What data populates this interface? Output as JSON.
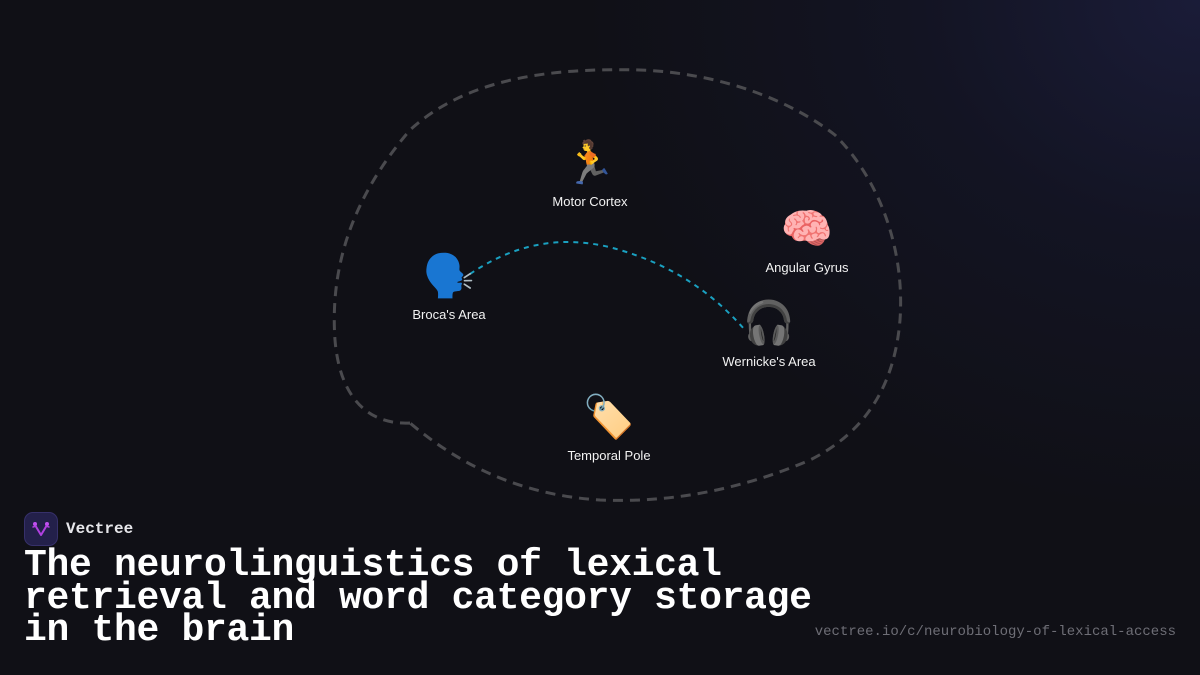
{
  "diagram": {
    "outline": {
      "stroke": "#4a4a4e",
      "style": "dashed"
    },
    "connection": {
      "from": "Broca's Area",
      "to": "Wernicke's Area",
      "stroke": "#1aa0c0",
      "style": "dotted"
    },
    "nodes": [
      {
        "id": "motor-cortex",
        "icon": "runner-icon",
        "emoji": "🏃",
        "label": "Motor Cortex"
      },
      {
        "id": "brocas-area",
        "icon": "speaking-head-icon",
        "emoji": "🗣️",
        "label": "Broca's Area"
      },
      {
        "id": "angular-gyrus",
        "icon": "brain-icon",
        "emoji": "🧠",
        "label": "Angular Gyrus"
      },
      {
        "id": "wernickes-area",
        "icon": "headphones-icon",
        "emoji": "🎧",
        "label": "Wernicke's Area"
      },
      {
        "id": "temporal-pole",
        "icon": "tag-icon",
        "emoji": "🏷️",
        "label": "Temporal Pole"
      }
    ]
  },
  "brand": {
    "name": "Vectree",
    "logo_icon": "vectree-logo-icon",
    "logo_color": "#b040e0"
  },
  "title": "The neurolinguistics of lexical retrieval and word category storage in the brain",
  "url": "vectree.io/c/neurobiology-of-lexical-access"
}
